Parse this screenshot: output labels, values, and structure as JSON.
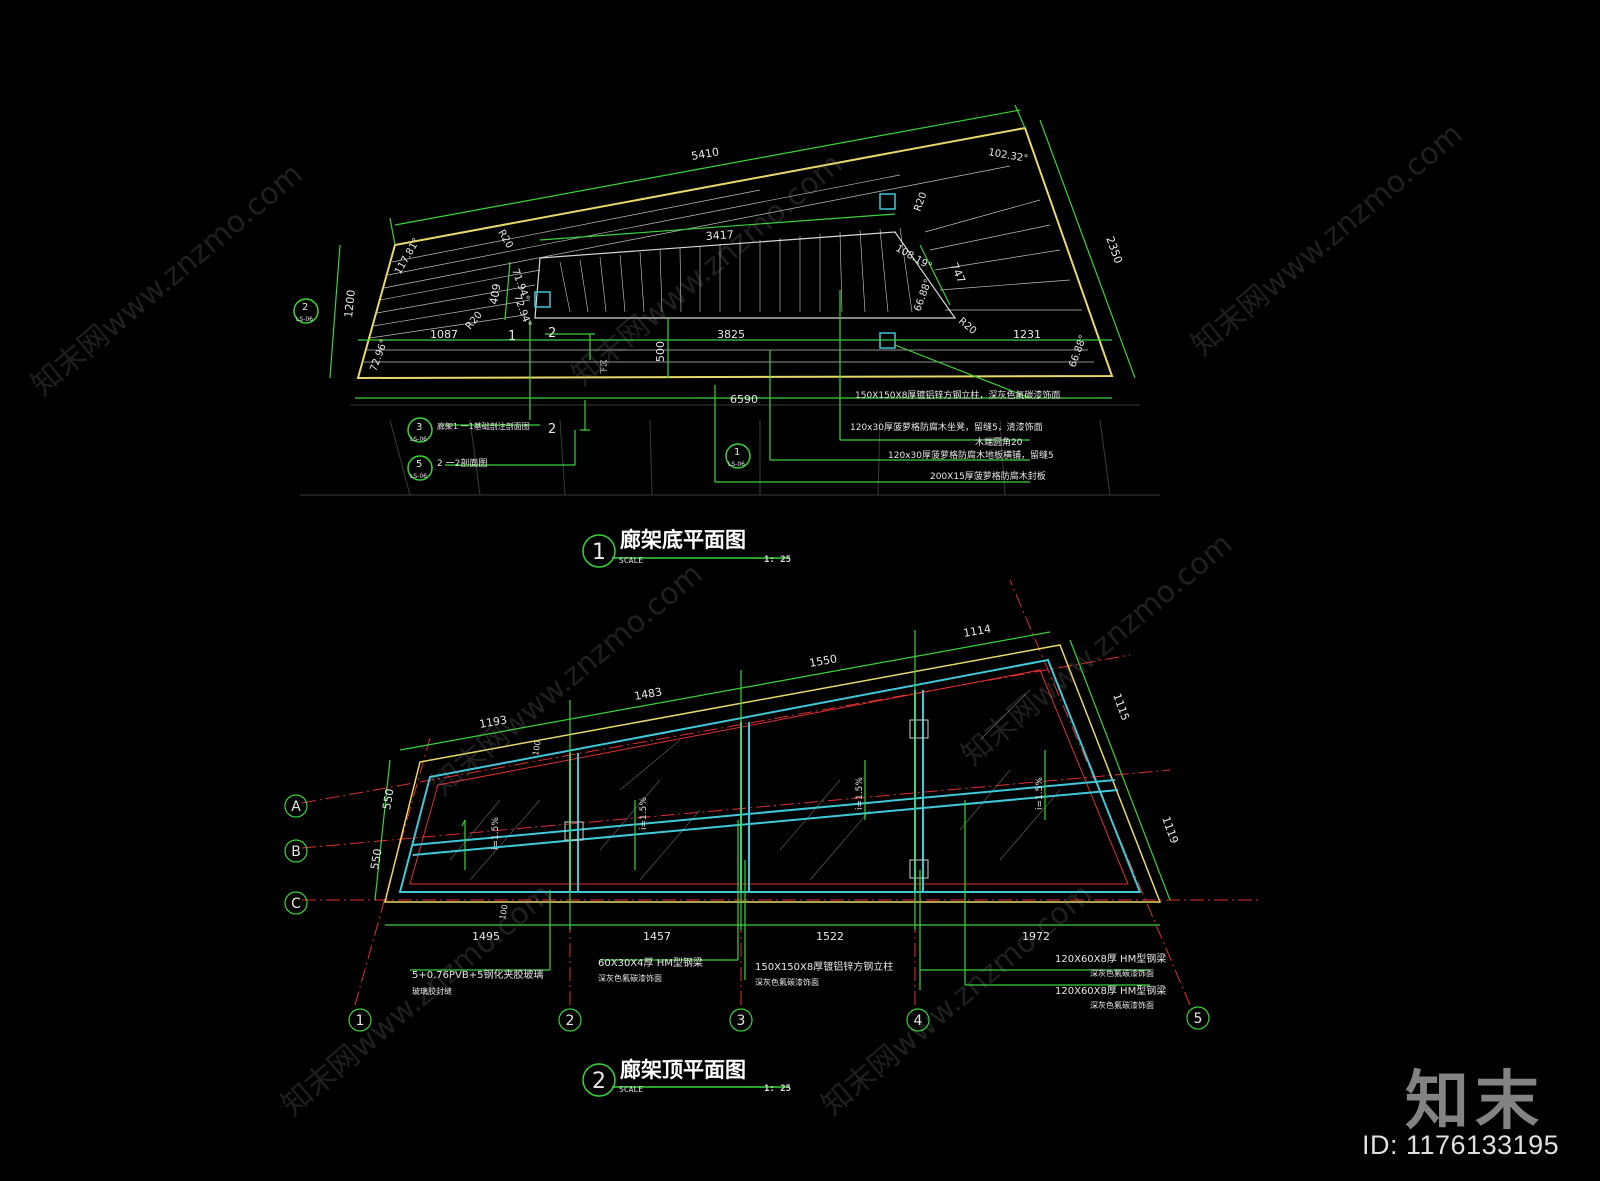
{
  "colors": {
    "outline_yellow": "#e8d86a",
    "dimension_green": "#39d43a",
    "frame_cyan": "#40c8d8",
    "axis_red": "#e03030",
    "text_white": "#e8e8e8",
    "background": "#000000"
  },
  "plan_bottom": {
    "number": "1",
    "title": "廊架底平面图",
    "scale_label": "SCALE",
    "scale_value": "1: 25",
    "dimensions": {
      "top": "5410",
      "right": "2350",
      "left": "1200",
      "bottom": "6590",
      "inner_top": "3417",
      "bottom_left": "1087",
      "bottom_mid": "3825",
      "bottom_right": "1231",
      "inner_height": "500",
      "opening_left": "409",
      "opening_right": "747"
    },
    "angles": {
      "top_left": "117.81°",
      "bottom_left": "72.96°",
      "top_right": "102.32°",
      "bottom_right": "66.88°",
      "inner_top_right": "108.19°",
      "inner_bottom_right": "66.88°",
      "inner_left_1": "71.94°",
      "inner_left_2": "72.94°"
    },
    "radius_labels": [
      "R20",
      "R20",
      "R20",
      "R20"
    ],
    "section_marks": [
      "1",
      "2",
      "2"
    ],
    "section_callouts": [
      {
        "id": "2",
        "sheet": "LS-06"
      },
      {
        "id": "3",
        "sheet": "LS-06",
        "text": "廊架1 一1基础剖注剖面图"
      },
      {
        "id": "5",
        "sheet": "LS-06",
        "text": "2 一2剖面图"
      },
      {
        "id": "1",
        "sheet": "LS-06"
      }
    ],
    "level_note": "下沉",
    "notes": [
      "150X150X8厚镀铝锌方钢立柱，深灰色氟碳漆饰面",
      "120x30厚菠萝格防腐木坐凳，留缝5，清漆饰面",
      "木端圆角20",
      "120x30厚菠萝格防腐木地板横铺，留缝5",
      "200X15厚菠萝格防腐木封板"
    ]
  },
  "plan_top": {
    "number": "2",
    "title": "廊架顶平面图",
    "scale_label": "SCALE",
    "scale_value": "1: 25",
    "dimensions": {
      "top": [
        "1193",
        "1483",
        "1550",
        "1114"
      ],
      "right": [
        "1115",
        "1119"
      ],
      "left": [
        "550",
        "550"
      ],
      "bottom": [
        "1495",
        "1457",
        "1522",
        "1972"
      ],
      "edge": [
        "100",
        "100"
      ]
    },
    "slopes": [
      "i=1.5%",
      "i=1.5%",
      "i=1.5%",
      "i=1.5%"
    ],
    "row_axes": [
      "A",
      "B",
      "C"
    ],
    "column_axes": [
      "1",
      "2",
      "3",
      "4",
      "5"
    ],
    "notes": [
      "5+0.76PVB+5钢化夹胶玻璃",
      "玻璃胶封缝",
      "60X30X4厚 HM型钢梁",
      "深灰色氟碳漆饰面",
      "150X150X8厚镀铝锌方钢立柱",
      "深灰色氟碳漆饰面",
      "120X60X8厚 HM型钢梁",
      "深灰色氟碳漆饰面",
      "120X60X8厚 HM型钢梁",
      "深灰色氟碳漆饰面"
    ]
  },
  "watermarks": [
    "知末网www.znzmo.com"
  ],
  "brand_logo": "知末",
  "image_id": "ID: 1176133195"
}
